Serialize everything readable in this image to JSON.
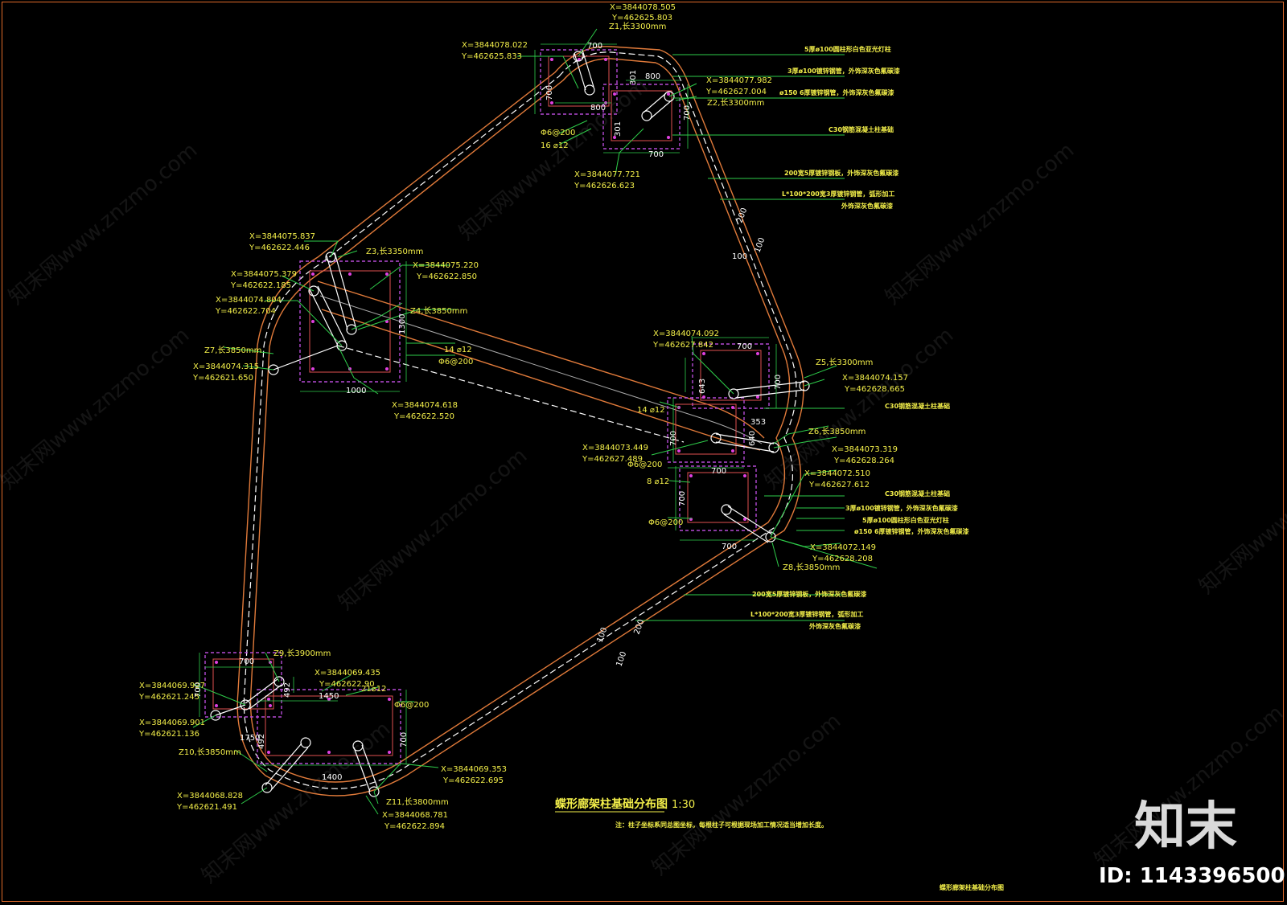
{
  "drawing": {
    "title": "蝶形廊架柱基础分布图",
    "scale": "1:30",
    "note": "注：柱子坐标系同总图坐标，每根柱子可根据现场加工情况适当增加长度。",
    "sheet_label": "蝶形廊架柱基础分布图",
    "watermark": "知末网www.znzmo.com",
    "brand": "知末",
    "id_label": "ID: 1143396500"
  },
  "coordinates": [
    {
      "x": "X=3844078.505",
      "y": "Y=462625.803"
    },
    {
      "x": "X=3844078.022",
      "y": "Y=462625.833"
    },
    {
      "x": "X=3844077.982",
      "y": "Y=462627.004"
    },
    {
      "x": "X=3844077.721",
      "y": "Y=462626.623"
    },
    {
      "x": "X=3844075.837",
      "y": "Y=462622.446"
    },
    {
      "x": "X=3844075.220",
      "y": "Y=462622.850"
    },
    {
      "x": "X=3844075.379",
      "y": "Y=462622.185"
    },
    {
      "x": "X=3844074.804",
      "y": "Y=462622.704"
    },
    {
      "x": "X=3844074.315",
      "y": "Y=462621.650"
    },
    {
      "x": "X=3844074.618",
      "y": "Y=462622.520"
    },
    {
      "x": "X=3844074.092",
      "y": "Y=462627.842"
    },
    {
      "x": "X=3844074.157",
      "y": "Y=462628.665"
    },
    {
      "x": "X=3844073.449",
      "y": "Y=462627.489"
    },
    {
      "x": "X=3844073.319",
      "y": "Y=462628.264"
    },
    {
      "x": "X=3844072.510",
      "y": "Y=462627.612"
    },
    {
      "x": "X=3844072.149",
      "y": "Y=462628.208"
    },
    {
      "x": "X=3844069.927",
      "y": "Y=462621.245"
    },
    {
      "x": "X=3844069.435",
      "y": "Y=462622.90"
    },
    {
      "x": "X=3844069.901",
      "y": "Y=462621.136"
    },
    {
      "x": "X=3844069.353",
      "y": "Y=462622.695"
    },
    {
      "x": "X=3844068.828",
      "y": "Y=462621.491"
    },
    {
      "x": "X=3844068.781",
      "y": "Y=462622.894"
    }
  ],
  "columns": [
    {
      "label": "Z1,长3300mm"
    },
    {
      "label": "Z2,长3300mm"
    },
    {
      "label": "Z3,长3350mm"
    },
    {
      "label": "Z4,长3850mm"
    },
    {
      "label": "Z5,长3300mm"
    },
    {
      "label": "Z6,长3850mm"
    },
    {
      "label": "Z7,长3850mm"
    },
    {
      "label": "Z8,长3850mm"
    },
    {
      "label": "Z9,长3900mm"
    },
    {
      "label": "Z10,长3850mm"
    },
    {
      "label": "Z11,长3800mm"
    }
  ],
  "rebar": {
    "r16": "16 ⌀12",
    "r14a": "14 ⌀12",
    "r14b": "14 ⌀12",
    "r8": "8 ⌀12",
    "r21": "21⌀12",
    "st1": "Φ6@200",
    "st2": "Φ6@200",
    "st3": "Φ6@200",
    "st4": "Φ6@200",
    "st5": "Φ6@200"
  },
  "dimensions": {
    "d700a": "700",
    "d800a": "800",
    "d800b": "800",
    "d301a": "301",
    "d301b": "301",
    "d700b": "700",
    "d700c": "700",
    "d700d": "700",
    "d1000": "1000",
    "d1300": "1300",
    "d700e": "700",
    "d700f": "700",
    "d643": "643",
    "d353": "353",
    "d640": "640",
    "d700g": "700",
    "d700h": "700",
    "d700i": "700",
    "d700j": "700",
    "d200a": "200",
    "d100a": "100",
    "d100b": "100",
    "d200b": "200",
    "d100c": "100",
    "d100d": "100",
    "d700k": "700",
    "d700l": "700",
    "d492a": "492",
    "d492b": "492",
    "d1450": "1450",
    "d1750": "1750",
    "d1400": "1400",
    "d700m": "700"
  },
  "notes": {
    "n1": "5厚ø100圆柱形白色亚光灯柱",
    "n2": "3厚ø100镀锌钢管，外饰深灰色氟碳漆",
    "n3": "ø150 6厚镀锌钢管，外饰深灰色氟碳漆",
    "n4": "C30钢筋混凝土柱基础",
    "n5": "200宽5厚镀锌钢板，外饰深灰色氟碳漆",
    "n6": "L*100*200宽3厚镀锌钢管，弧形加工",
    "n6b": "外饰深灰色氟碳漆",
    "n7": "C30钢筋混凝土柱基础",
    "n8": "C30钢筋混凝土柱基础",
    "n9": "3厚ø100镀锌钢管，外饰深灰色氟碳漆",
    "n10": "5厚ø100圆柱形白色亚光灯柱",
    "n11": "ø150 6厚镀锌钢管，外饰深灰色氟碳漆",
    "n12": "200宽5厚镀锌钢板，外饰深灰色氟碳漆",
    "n13": "L*100*200宽3厚镀锌钢管，弧形加工",
    "n13b": "外饰深灰色氟碳漆"
  },
  "colors": {
    "background": "#000000",
    "text": "#f4f04a",
    "leader": "#2ecc4a",
    "foundation": "#b54bd6",
    "rebar": "#e05050",
    "walkway_edge": "#e07a3a",
    "frame": "#e06a2a"
  }
}
